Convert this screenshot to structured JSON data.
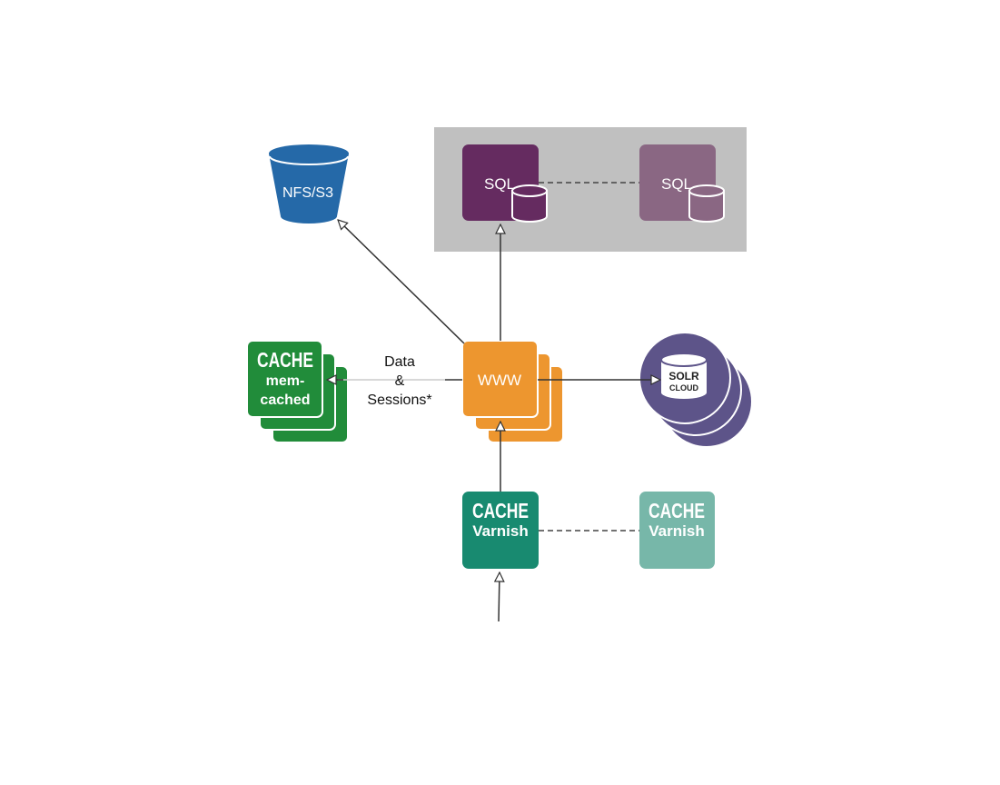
{
  "storage": {
    "label": "NFS/S3"
  },
  "database": {
    "primary_label": "SQL",
    "replica_label": "SQL"
  },
  "memcached": {
    "title": "CACHE",
    "line1": "mem-",
    "line2": "cached"
  },
  "data_sessions": {
    "line1": "Data",
    "line2": "&",
    "line3": "Sessions*"
  },
  "www": {
    "label": "WWW"
  },
  "solr": {
    "line1": "SOLR",
    "line2": "CLOUD"
  },
  "varnish_primary": {
    "title": "CACHE",
    "subtitle": "Varnish"
  },
  "varnish_secondary": {
    "title": "CACHE",
    "subtitle": "Varnish"
  },
  "colors": {
    "nfs": "#2569a8",
    "sql_primary": "#652b60",
    "sql_replica": "#8a6783",
    "db_cluster_bg": "#c0c0c0",
    "memcached": "#218c3a",
    "www": "#ed962f",
    "solr": "#5d5489",
    "varnish_primary": "#188a70",
    "varnish_secondary": "#77b7a9"
  }
}
